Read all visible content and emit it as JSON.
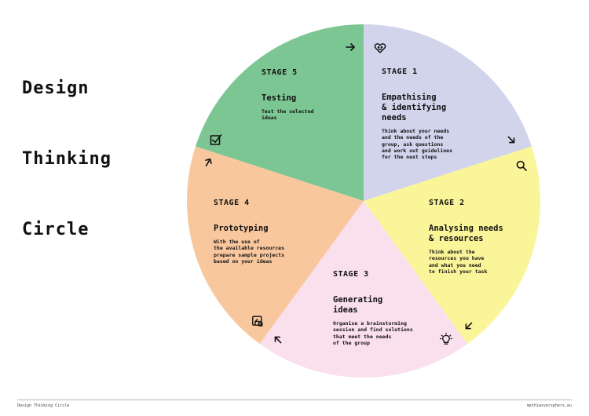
{
  "title_lines": [
    "Design",
    "Thinking",
    "Circle"
  ],
  "footer": {
    "left": "Design Thinking Circle",
    "right": "mathiasversphers.eu"
  },
  "colors": {
    "stage1": "#d1d4eb",
    "stage2": "#fbf59a",
    "stage3": "#fadfec",
    "stage4": "#f9c79d",
    "stage5": "#7cc693"
  },
  "stages": [
    {
      "label": "STAGE 1",
      "name": "Empathising\n& identifying\nneeds",
      "desc": "Think about your needs\nand the needs of the\ngroup, ask questions\nand work out guidelines\nfor the next steps"
    },
    {
      "label": "STAGE 2",
      "name": "Analysing needs\n& resources",
      "desc": "Think about the\nresources you have\nand what you need\nto finish your task"
    },
    {
      "label": "STAGE 3",
      "name": "Generating\nideas",
      "desc": "Organise a brainstorming\nsession and find solutions\nthat meet the needs\nof the group"
    },
    {
      "label": "STAGE 4",
      "name": "Prototyping",
      "desc": "With the use of\nthe available resources\nprepare sample projects\nbased on your ideas"
    },
    {
      "label": "STAGE 5",
      "name": "Testing",
      "desc": "Test the selected\nideas"
    }
  ],
  "icons": {
    "stage1": "heart-icon",
    "stage2": "magnifier-icon",
    "stage3": "lightbulb-icon",
    "stage4": "sketch-icon",
    "stage5": "checkbox-icon"
  }
}
